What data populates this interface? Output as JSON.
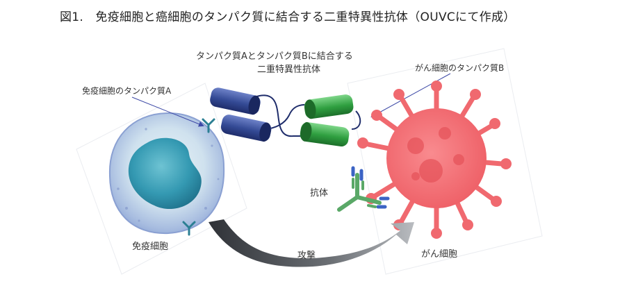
{
  "title": "図1.　免疫細胞と癌細胞のタンパク質に結合する二重特異性抗体（OUVCにて作成）",
  "labels": {
    "bispecific_line1": "タンパク質Aとタンパク質Bに結合する",
    "bispecific_line2": "二重特異性抗体",
    "protein_a": "免疫細胞のタンパク質A",
    "protein_b": "がん細胞のタンパク質B",
    "antibody": "抗体",
    "immune_cell": "免疫細胞",
    "cancer_cell": "がん細胞",
    "attack": "攻撃"
  },
  "colors": {
    "immune_cell_outer": "#9fb6dd",
    "immune_cell_nucleus": "#2f8fa8",
    "receptor_teal": "#2b7f93",
    "bispecific_blue": "#2e3f86",
    "bispecific_green": "#2a9a3c",
    "cancer_cell": "#f0696f",
    "antibody_green": "#5aa867",
    "antibody_blue": "#3b63c4",
    "arrow_dark": "#4a4d52"
  }
}
